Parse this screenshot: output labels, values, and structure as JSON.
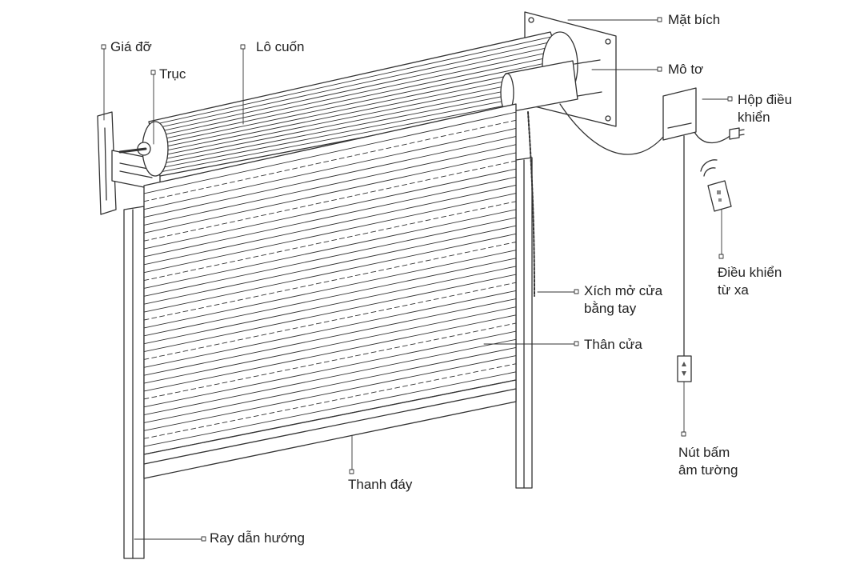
{
  "labels": {
    "mat_bich": "Mặt bích",
    "gia_do": "Giá đỡ",
    "lo_cuon": "Lô cuốn",
    "mo_to": "Mô tơ",
    "truc": "Trục",
    "hop_dieu_khien": [
      "Hộp điều",
      "khiển"
    ],
    "dieu_khien_tu_xa": [
      "Điều khiển",
      "từ xa"
    ],
    "xich_mo_cua": [
      "Xích mở cửa",
      "bằng tay"
    ],
    "than_cua": "Thân cửa",
    "nut_bam": [
      "Nút bấm",
      "âm tường"
    ],
    "thanh_day": "Thanh đáy",
    "ray_dan_huong": "Ray dẫn hướng"
  },
  "colors": {
    "line": "#333333",
    "text": "#222222",
    "fill": "#ffffff"
  }
}
